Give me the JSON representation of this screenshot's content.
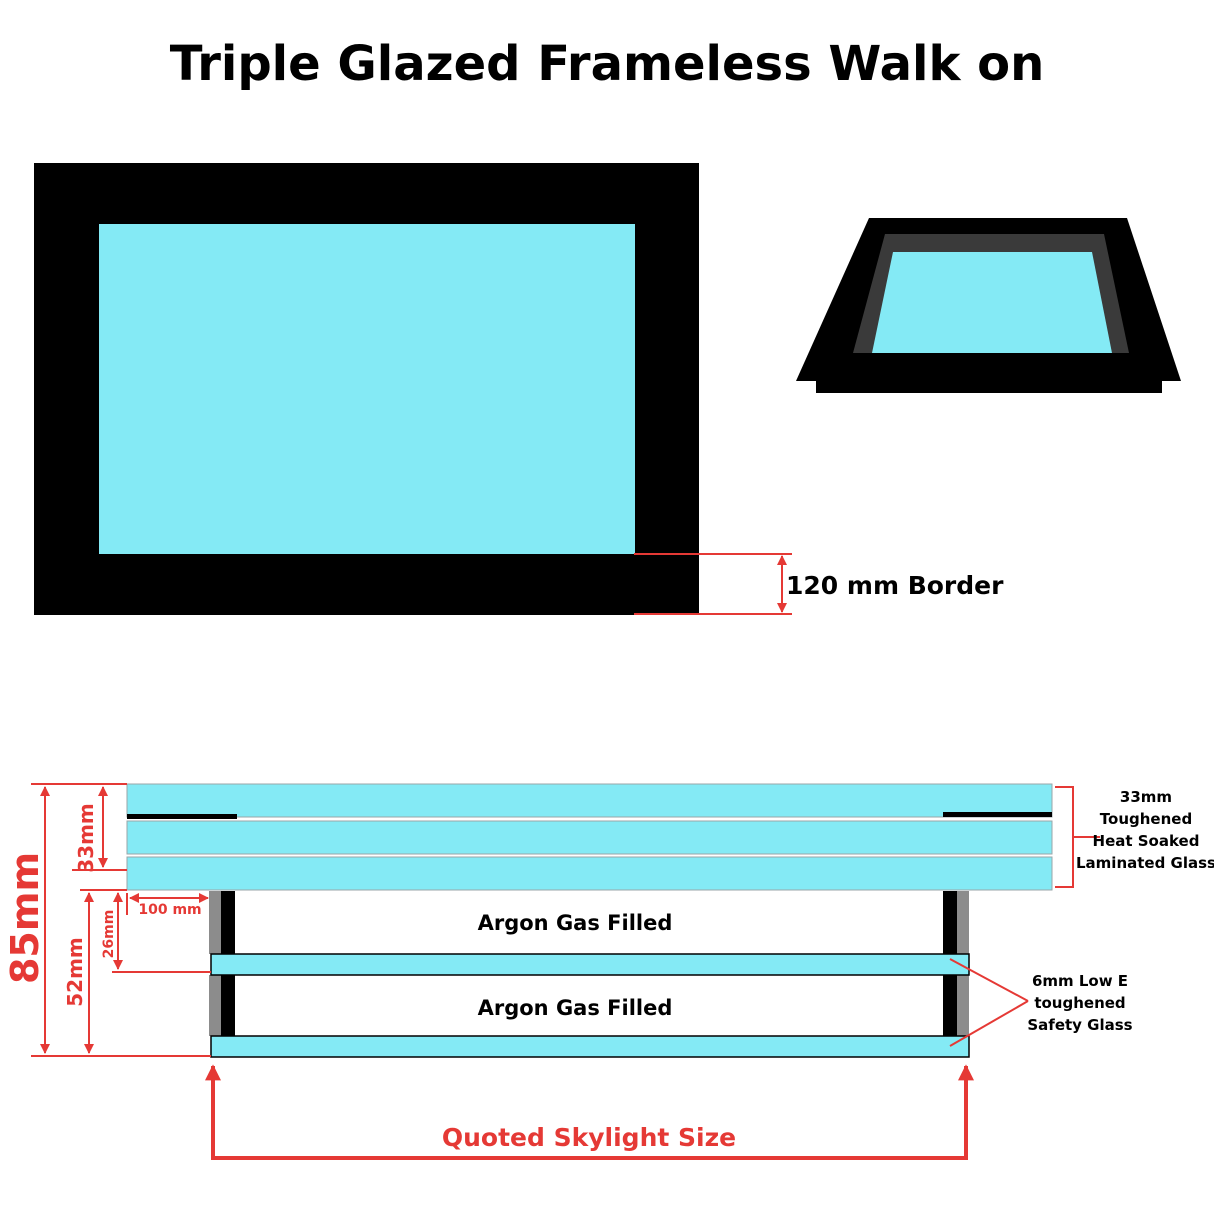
{
  "title": "Triple Glazed Frameless Walk on",
  "labels": {
    "border": "120 mm Border",
    "total_height": "85mm",
    "dim_33": "33mm",
    "dim_52": "52mm",
    "dim_26": "26mm",
    "dim_100": "100 mm",
    "gas_upper": "Argon Gas Filled",
    "gas_lower": "Argon Gas Filled",
    "quoted_size": "Quoted Skylight Size"
  },
  "laminated_note": [
    "33mm",
    "Toughened",
    "Heat Soaked",
    "Laminated Glass"
  ],
  "lowe_note": [
    "6mm Low E",
    "toughened",
    "Safety Glass"
  ],
  "colors": {
    "glass": "#84eaf5",
    "frame": "#000000",
    "spacer": "#8c8c8c",
    "dimension": "#e53935",
    "text": "#000000"
  }
}
